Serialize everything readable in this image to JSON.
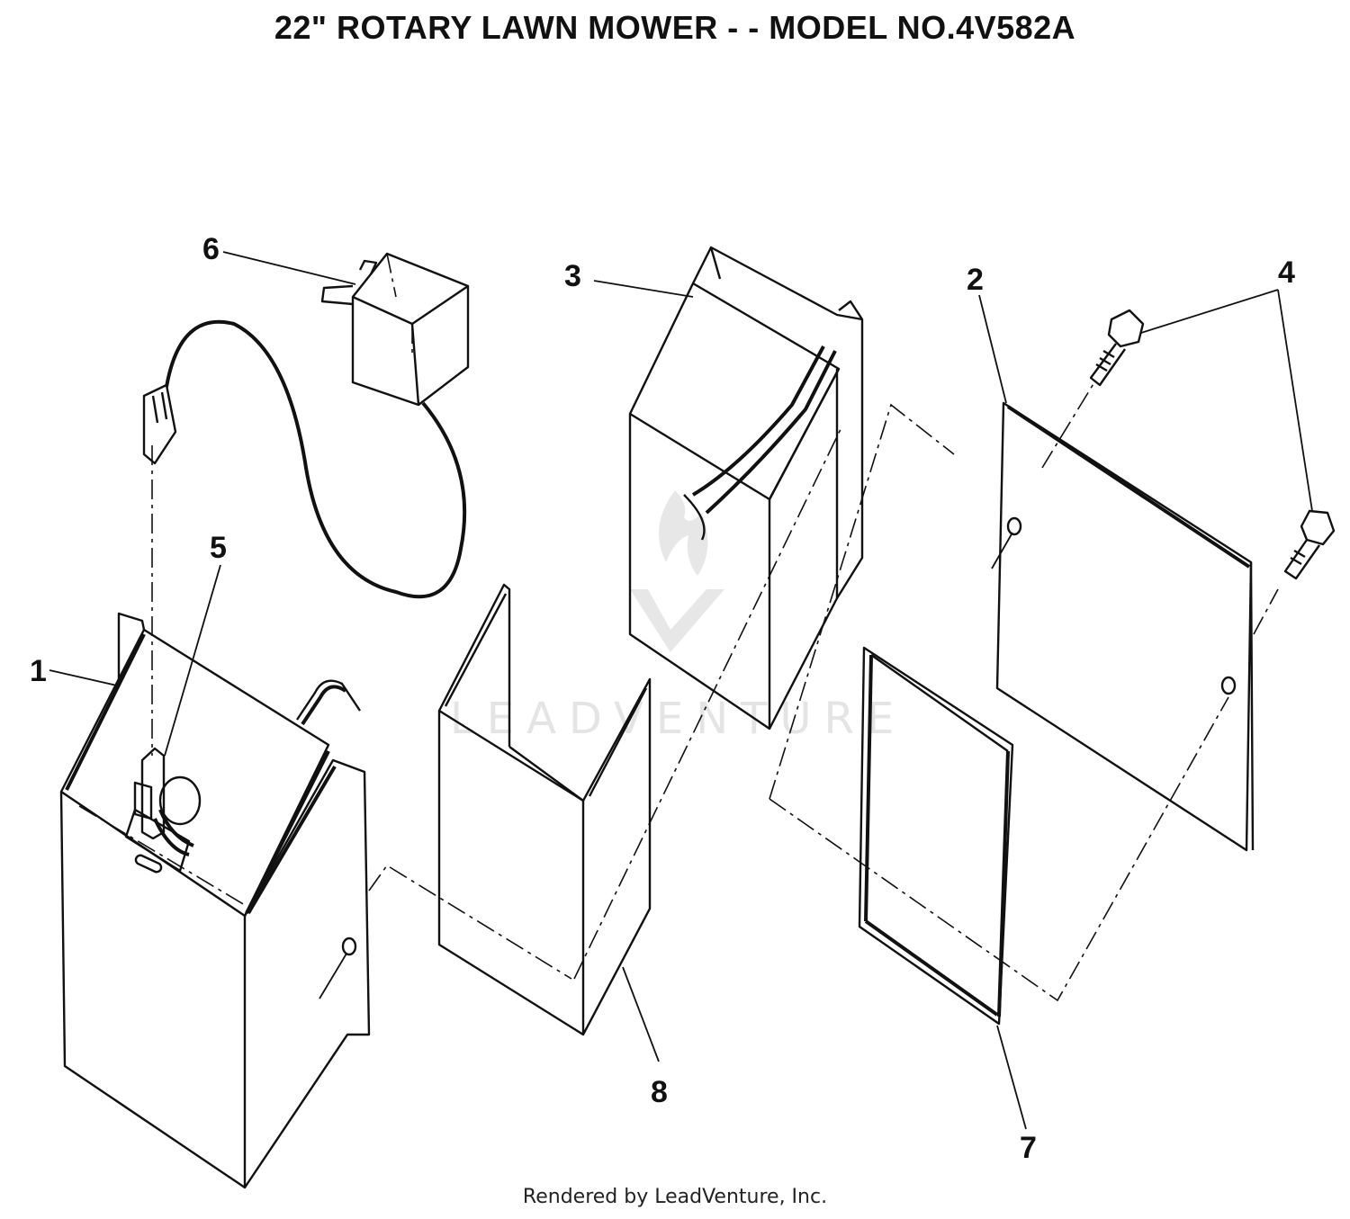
{
  "title": "22\" ROTARY LAWN MOWER - - MODEL NO.4V582A",
  "footer": "Rendered by LeadVenture, Inc.",
  "watermark": "LEADVENTURE",
  "callouts": {
    "c1": "1",
    "c2": "2",
    "c3": "3",
    "c4": "4",
    "c5": "5",
    "c6": "6",
    "c7": "7",
    "c8": "8"
  }
}
